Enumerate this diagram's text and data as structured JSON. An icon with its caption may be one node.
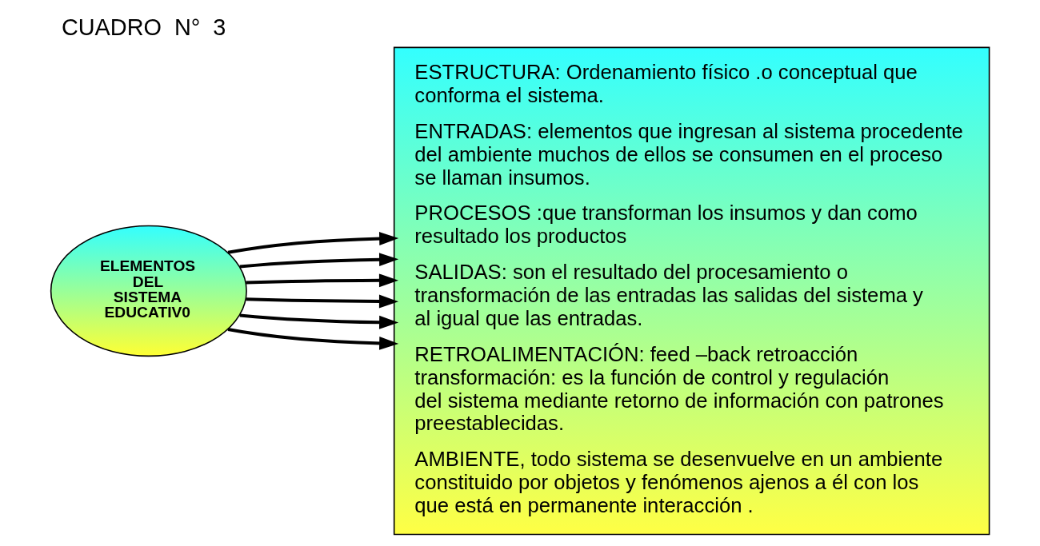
{
  "diagram": {
    "title": "CUADRO  N°  3",
    "nodes": [
      {
        "text": [
          "ELEMENTOS DEL SISTEMA EDUCATIV0"
        ]
      },
      {
        "text": [
          "ESTRUCTURA: Ordenamiento físico .o conceptual que conforma el sistema.",
          "ENTRADAS: elementos que ingresan al sistema procedente del ambiente muchos de ellos se consumen en el proceso se llaman insumos.",
          "PROCESOS :que transforman los insumos y dan como resultado los productos",
          "SALIDAS: son el resultado del procesamiento o transformación de las entradas las salidas del sistema y al igual que las entradas.",
          "RETROALIMENTACIÓN: feed –back retroacción transformación: es la función de control y regulación del sistema mediante retorno de información con patrones preestablecidas.",
          "AMBIENTE, todo sistema se desenvuelve en un ambiente constituido por objetos y fenómenos ajenos a él con los que está en permanente interacción ."
        ]
      }
    ],
    "edges": [
      {
        "from": 0,
        "to": 1,
        "arrow": "to"
      },
      {
        "from": 0,
        "to": 1,
        "arrow": "to"
      },
      {
        "from": 0,
        "to": 1,
        "arrow": "to"
      },
      {
        "from": 0,
        "to": 1,
        "arrow": "to"
      },
      {
        "from": 0,
        "to": 1,
        "arrow": "to"
      },
      {
        "from": 0,
        "to": 1,
        "arrow": "to"
      }
    ]
  }
}
